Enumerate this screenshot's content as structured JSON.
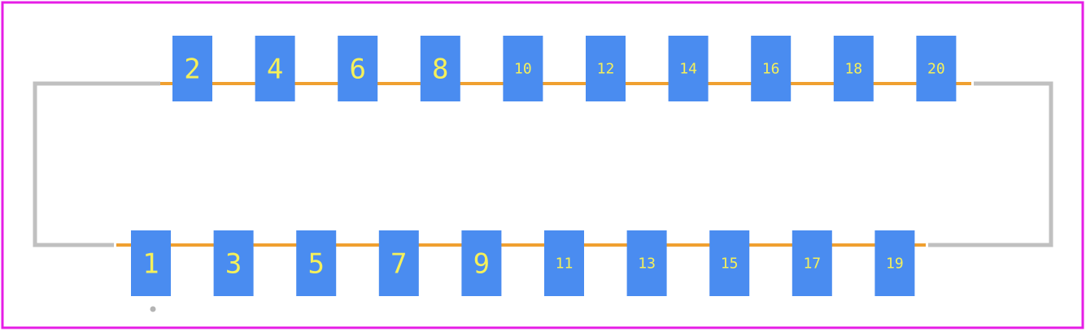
{
  "colors": {
    "background": "#ffffff",
    "board_outline": "#e61ee6",
    "silkscreen": "#c0c0c0",
    "copper_trace": "#f0a030",
    "pad_fill": "#4a8cf0",
    "pad_label": "#f5f05a",
    "pin1_marker": "#b4b4b4"
  },
  "top_row_pins": [
    "2",
    "4",
    "6",
    "8",
    "10",
    "12",
    "14",
    "16",
    "18",
    "20"
  ],
  "bottom_row_pins": [
    "1",
    "3",
    "5",
    "7",
    "9",
    "11",
    "13",
    "15",
    "17",
    "19"
  ]
}
